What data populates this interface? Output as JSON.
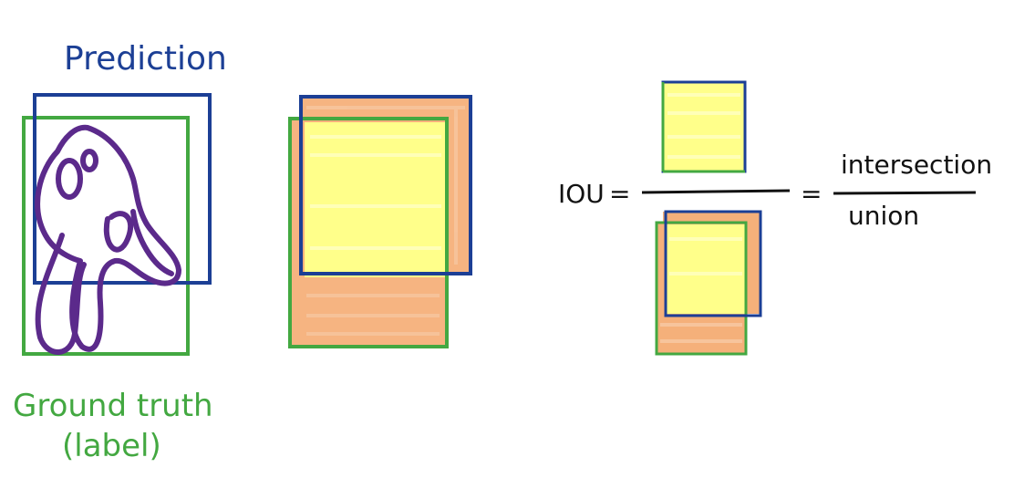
{
  "labels": {
    "prediction": "Prediction",
    "ground_truth_line1": "Ground truth",
    "ground_truth_line2": "(label)"
  },
  "formula": {
    "lhs": "IOU",
    "equals": "=",
    "rhs_numerator": "intersection",
    "rhs_denominator": "union"
  },
  "colors": {
    "prediction": "#1c3f95",
    "ground_truth": "#43a841",
    "object": "#5b2a8b",
    "intersection_fill": "#ffff8a",
    "union_fill": "#f5b07a",
    "text": "#111111"
  },
  "icons": {
    "object": "octopus-like sketch"
  }
}
